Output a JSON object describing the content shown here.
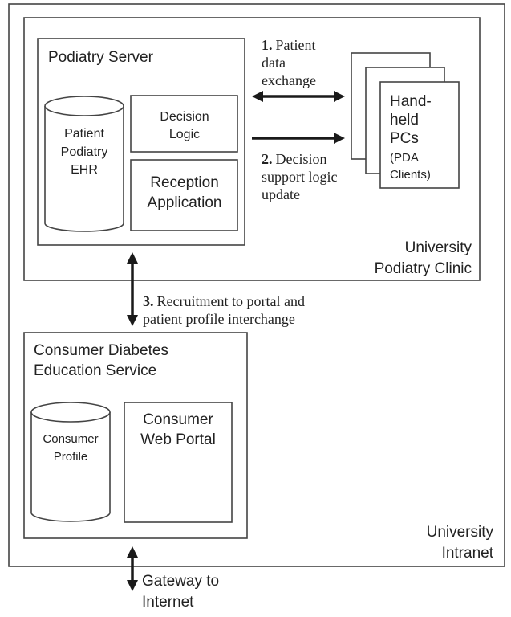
{
  "outer": {
    "label_line1": "University",
    "label_line2": "Intranet"
  },
  "clinic": {
    "label_line1": "University",
    "label_line2": "Podiatry Clinic"
  },
  "podiatry_server": {
    "title": "Podiatry Server",
    "ehr": [
      "Patient",
      "Podiatry",
      "EHR"
    ],
    "decision_logic": [
      "Decision",
      "Logic"
    ],
    "reception": [
      "Reception",
      "Application"
    ]
  },
  "handhelds": {
    "label": [
      "Hand-",
      "held",
      "PCs"
    ],
    "sublabel": [
      "(PDA",
      "Clients)"
    ]
  },
  "flows": {
    "f1": {
      "number": "1.",
      "lines": [
        "Patient",
        "data",
        "exchange"
      ]
    },
    "f2": {
      "number": "2.",
      "lines": [
        "Decision",
        "support logic",
        "update"
      ]
    },
    "f3": {
      "number": "3.",
      "lines": [
        "Recruitment to portal and",
        "patient profile interchange"
      ]
    }
  },
  "consumer_service": {
    "title_line1": "Consumer Diabetes",
    "title_line2": "Education Service",
    "profile": [
      "Consumer",
      "Profile"
    ],
    "portal": [
      "Consumer",
      "Web Portal"
    ]
  },
  "gateway": {
    "lines": [
      "Gateway to",
      "Internet"
    ]
  }
}
